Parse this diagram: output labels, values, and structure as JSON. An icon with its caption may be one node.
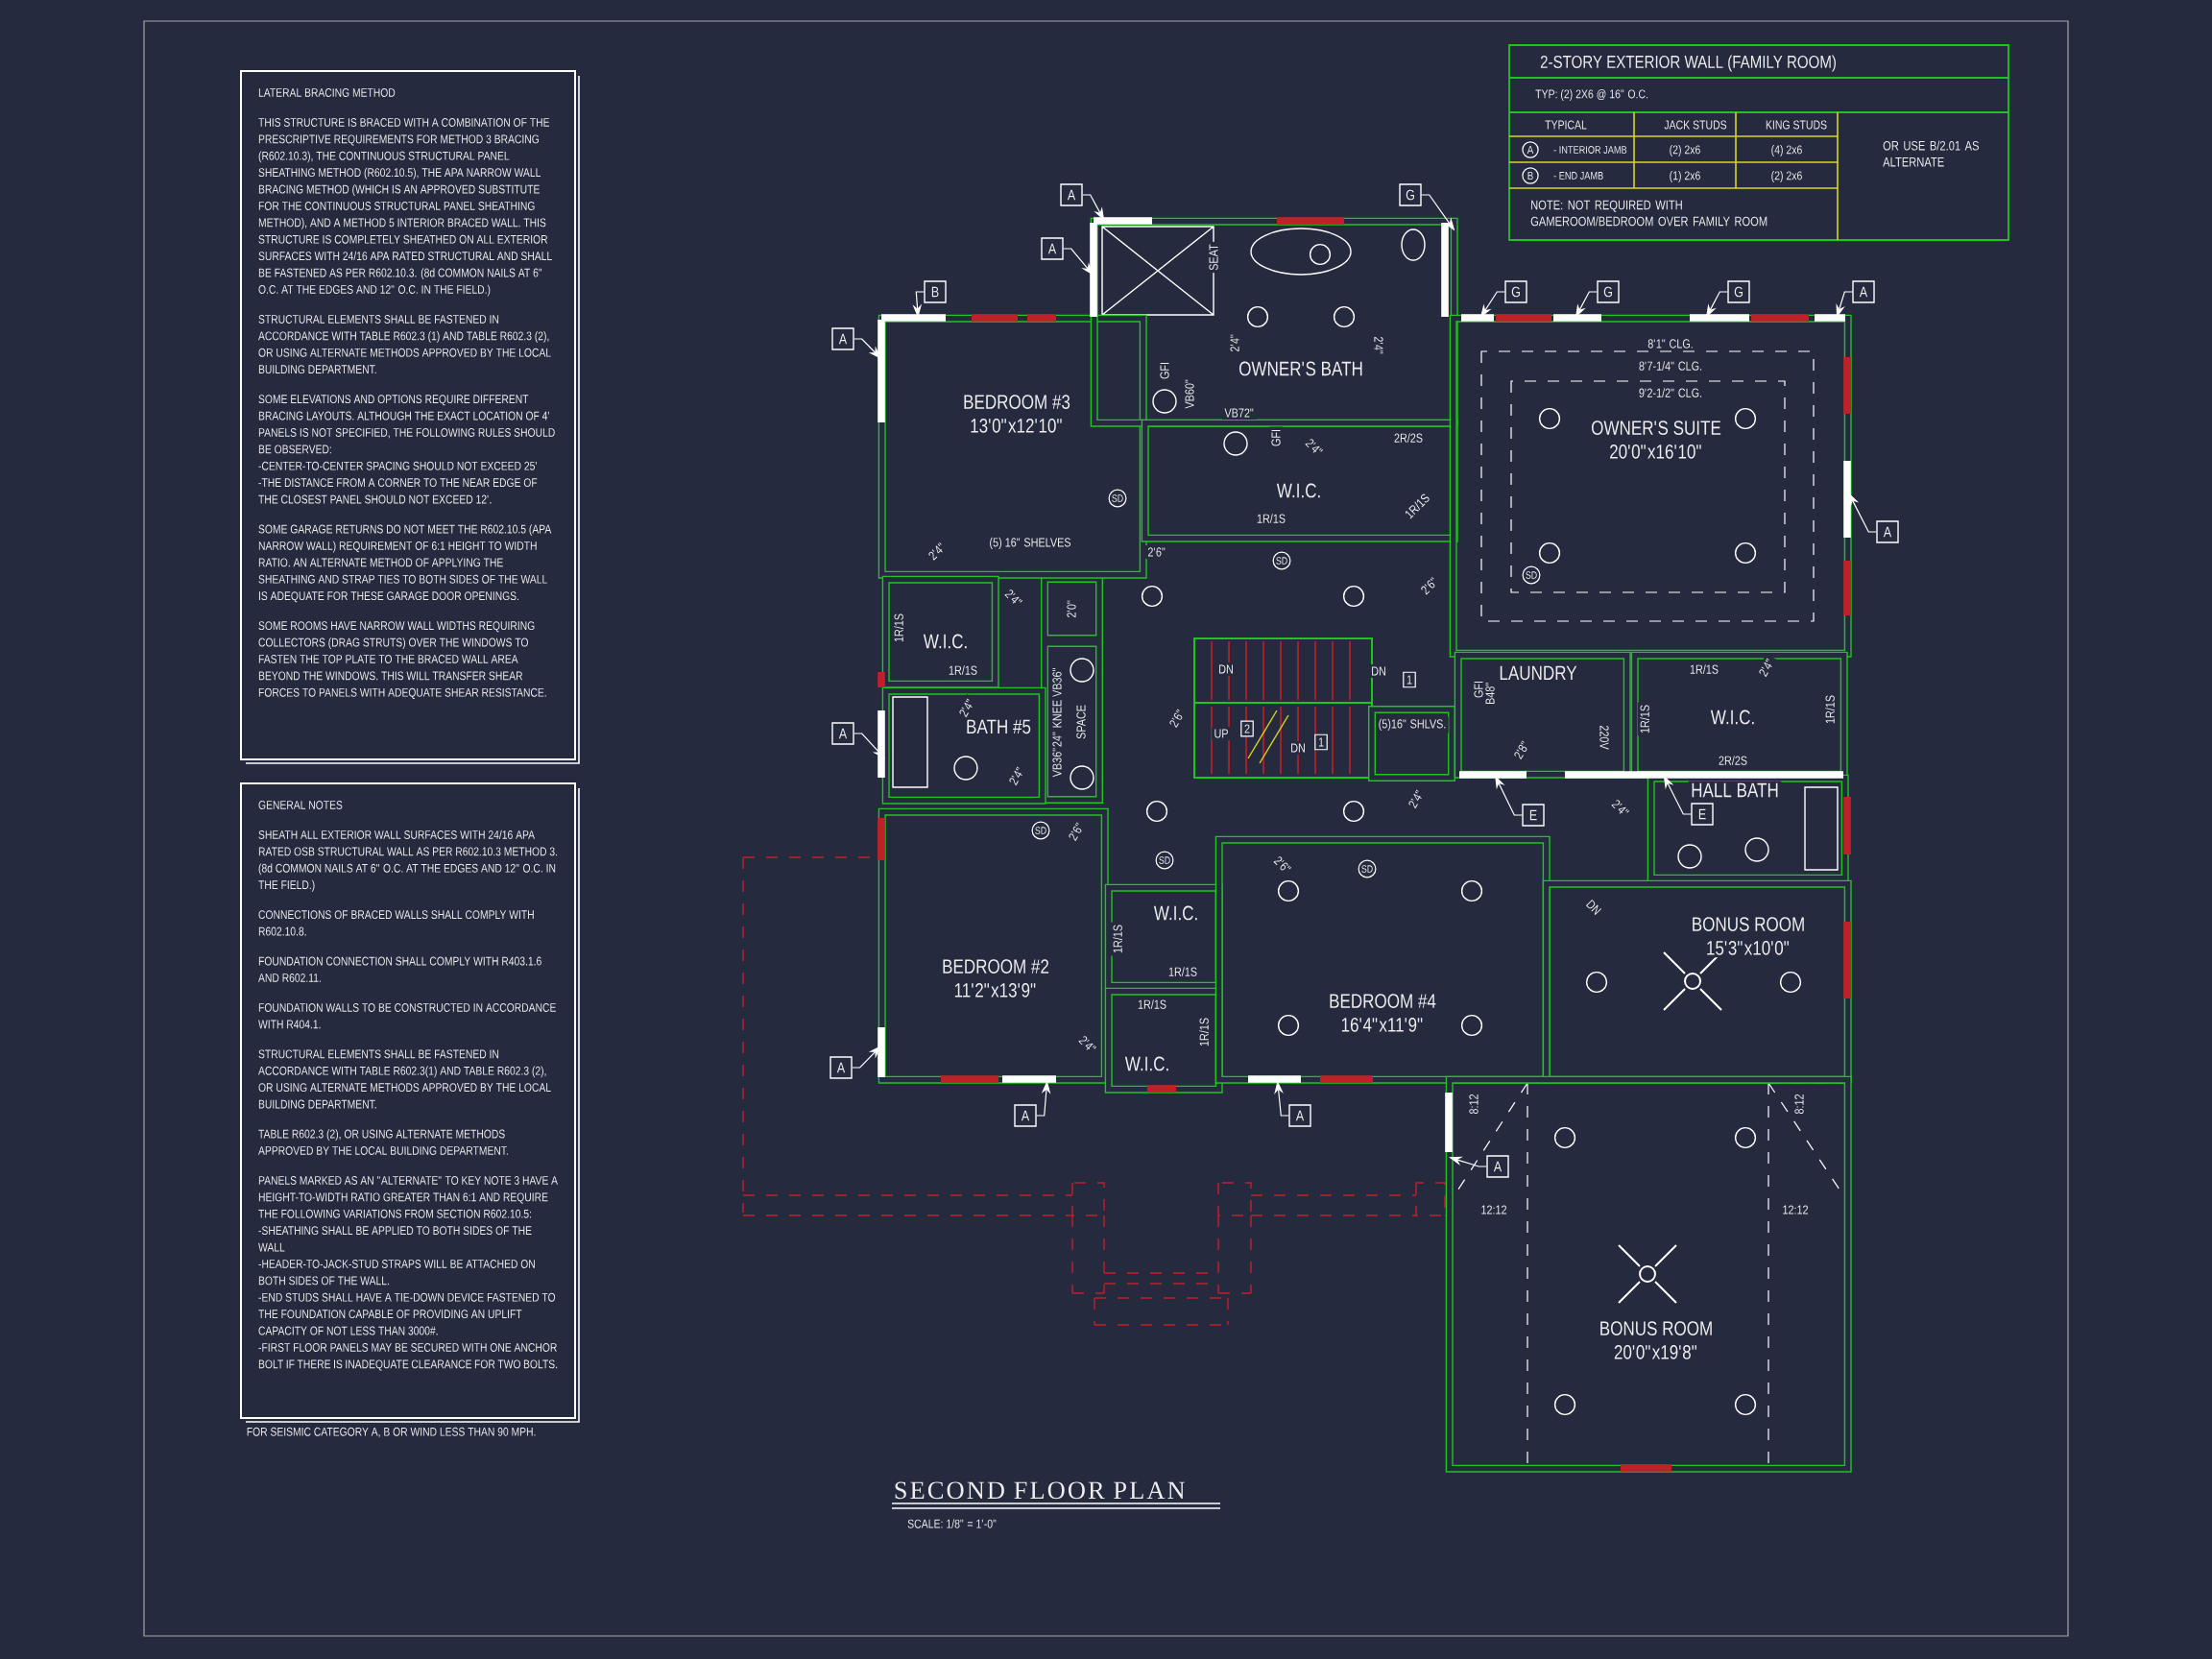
{
  "diagram": {
    "title": "SECOND FLOOR PLAN",
    "nodes": [
      {
        "text": [
          "LATERAL BRACING METHOD",
          "THIS STRUCTURE IS BRACED WITH A COMBINATION OF THE PRESCRIPTIVE REQUIREMENTS FOR METHOD 3 BRACING (R602.10.3), THE CONTINUOUS STRUCTURAL PANEL SHEATHING METHOD (R602.10.5), THE APA NARROW WALL BRACING METHOD (WHICH IS AN APPROVED SUBSTITUTE FOR THE CONTINUOUS STRUCTURAL PANEL SHEATHING METHOD), AND A METHOD 5 INTERIOR BRACED WALL. THIS STRUCTURE IS COMPLETELY SHEATHED ON ALL EXTERIOR SURFACES WITH 24/16 APA RATED STRUCTURAL AND SHALL BE FASTENED AS PER R602.10.3. (8d COMMON NAILS AT 6\" O.C. AT THE EDGES AND 12\" O.C. IN THE FIELD.)",
          "STRUCTURAL ELEMENTS SHALL BE FASTENED IN ACCORDANCE WITH TABLE R602.3 (1) AND TABLE R602.3 (2), OR USING ALTERNATE METHODS APPROVED BY THE LOCAL BUILDING DEPARTMENT.",
          "SOME ELEVATIONS AND OPTIONS REQUIRE DIFFERENT BRACING LAYOUTS. ALTHOUGH THE EXACT LOCATION OF 4' PANELS IS NOT SPECIFIED, THE FOLLOWING RULES SHOULD BE OBSERVED:",
          "-CENTER-TO-CENTER SPACING SHOULD NOT EXCEED 25'",
          "-THE DISTANCE FROM A CORNER TO THE NEAR EDGE OF THE CLOSEST PANEL SHOULD NOT EXCEED 12'.",
          "SOME GARAGE RETURNS DO NOT MEET THE R602.10.5 (APA NARROW WALL) REQUIREMENT OF 6:1 HEIGHT TO WIDTH RATIO. AN ALTERNATE METHOD OF APPLYING THE SHEATHING AND STRAP TIES TO BOTH SIDES OF THE WALL IS ADEQUATE FOR THESE GARAGE DOOR OPENINGS.",
          "SOME ROOMS HAVE NARROW WALL WIDTHS REQUIRING COLLECTORS (DRAG STRUTS) OVER THE WINDOWS TO FASTEN THE TOP PLATE TO THE BRACED WALL AREA BEYOND THE WINDOWS. THIS WILL TRANSFER SHEAR FORCES TO PANELS WITH ADEQUATE SHEAR RESISTANCE."
        ]
      },
      {
        "text": [
          "GENERAL NOTES",
          "SHEATH ALL EXTERIOR WALL SURFACES WITH 24/16 APA RATED OSB STRUCTURAL WALL AS PER R602.10.3 METHOD 3. (8d COMMON NAILS AT 6\" O.C. AT THE EDGES AND 12\" O.C. IN THE FIELD.)",
          "CONNECTIONS OF BRACED WALLS SHALL COMPLY WITH R602.10.8.",
          "FOUNDATION CONNECTION SHALL COMPLY WITH R403.1.6 AND R602.11.",
          "FOUNDATION WALLS TO BE CONSTRUCTED IN ACCORDANCE WITH R404.1.",
          "STRUCTURAL ELEMENTS SHALL BE FASTENED IN ACCORDANCE WITH TABLE R602.3(1) AND TABLE R602.3 (2), OR USING ALTERNATE METHODS APPROVED BY THE LOCAL BUILDING DEPARTMENT.",
          "TABLE R602.3 (2), OR USING ALTERNATE METHODS APPROVED BY THE LOCAL BUILDING DEPARTMENT.",
          "PANELS MARKED AS AN \"ALTERNATE\" TO KEY NOTE 3 HAVE A HEIGHT-TO-WIDTH RATIO GREATER THAN 6:1 AND REQUIRE THE FOLLOWING VARIATIONS FROM SECTION R602.10.5:",
          "-SHEATHING SHALL BE APPLIED TO BOTH SIDES OF THE WALL",
          "-HEADER-TO-JACK-STUD STRAPS WILL BE ATTACHED ON BOTH SIDES OF THE WALL.",
          "-END STUDS SHALL HAVE A TIE-DOWN DEVICE FASTENED TO THE FOUNDATION CAPABLE OF PROVIDING AN UPLIFT CAPACITY OF NOT LESS THAN 3000#.",
          "-FIRST FLOOR PANELS MAY BE SECURED WITH ONE ANCHOR BOLT IF THERE IS INADEQUATE CLEARANCE FOR TWO BOLTS."
        ],
        "beside": [
          "FOR SEISMIC CATEGORY A, B OR WIND LESS THAN 90 MPH."
        ]
      },
      {
        "text": [
          "BEDROOM #3",
          "13'0\"x12'10\""
        ]
      },
      {
        "text": [
          "OWNER'S BATH"
        ]
      },
      {
        "text": [
          "W.I.C."
        ]
      },
      {
        "text": [
          "OWNER'S SUITE",
          "20'0\"x16'10\""
        ]
      },
      {
        "text": [
          "W.I.C."
        ]
      },
      {
        "text": [
          "BATH #5"
        ]
      },
      {
        "text": [
          "LAUNDRY"
        ]
      },
      {
        "text": [
          "W.I.C."
        ]
      },
      {
        "text": [
          "HALL BATH"
        ]
      },
      {
        "text": [
          "BEDROOM #2",
          "11'2\"x13'9\""
        ]
      },
      {
        "text": [
          "W.I.C."
        ]
      },
      {
        "text": [
          "W.I.C."
        ]
      },
      {
        "text": [
          "BEDROOM #4",
          "16'4\"x11'9\""
        ]
      },
      {
        "text": [
          "BONUS ROOM",
          "15'3\"x10'0\""
        ]
      },
      {
        "text": [
          "BONUS ROOM",
          "20'0\"x19'8\""
        ]
      },
      {
        "text": [
          "A"
        ]
      },
      {
        "text": [
          "G"
        ]
      },
      {
        "text": [
          "A"
        ]
      },
      {
        "text": [
          "B"
        ]
      },
      {
        "text": [
          "G"
        ]
      },
      {
        "text": [
          "G"
        ]
      },
      {
        "text": [
          "G"
        ]
      },
      {
        "text": [
          "A"
        ]
      },
      {
        "text": [
          "A"
        ]
      },
      {
        "text": [
          "A"
        ]
      },
      {
        "text": [
          "A"
        ]
      },
      {
        "text": [
          "E"
        ]
      },
      {
        "text": [
          "E"
        ],
        "in": 10
      },
      {
        "text": [
          "A"
        ]
      },
      {
        "text": [
          "A"
        ]
      },
      {
        "text": [
          "A"
        ]
      },
      {
        "text": [
          "A"
        ],
        "in": 16
      }
    ],
    "edges": [
      {
        "from": 17,
        "to": 3,
        "arrow": "to"
      },
      {
        "from": 18,
        "to": 3,
        "arrow": "to"
      },
      {
        "from": 19,
        "to": 3,
        "arrow": "to"
      },
      {
        "from": 20,
        "to": 2,
        "arrow": "to"
      },
      {
        "from": 21,
        "to": 5,
        "arrow": "to"
      },
      {
        "from": 22,
        "to": 5,
        "arrow": "to"
      },
      {
        "from": 23,
        "to": 5,
        "arrow": "to"
      },
      {
        "from": 24,
        "to": 5,
        "arrow": "to"
      },
      {
        "from": 25,
        "to": 2,
        "arrow": "to"
      },
      {
        "from": 26,
        "to": 5,
        "arrow": "to"
      },
      {
        "from": 27,
        "to": 7,
        "arrow": "to"
      },
      {
        "from": 28,
        "to": 8,
        "arrow": "to"
      },
      {
        "from": 29,
        "to": 9,
        "arrow": "to"
      },
      {
        "from": 30,
        "to": 11,
        "arrow": "to"
      },
      {
        "from": 31,
        "to": 11,
        "arrow": "to"
      },
      {
        "from": 32,
        "to": 14,
        "arrow": "to"
      },
      {
        "from": 33,
        "to": 16,
        "arrow": "to"
      }
    ],
    "labels": [
      "2-STORY EXTERIOR WALL (FAMILY ROOM)",
      "TYP: (2) 2X6 @ 16\" O.C.",
      "TYPICAL",
      "JACK STUDS",
      "KING STUDS",
      "A",
      "- INTERIOR JAMB",
      "(2) 2x6",
      "(4) 2x6",
      "B",
      "- END JAMB",
      "(1) 2x6",
      "(2) 2x6",
      "NOTE: NOT REQUIRED WITH GAMEROOM/BEDROOM OVER FAMILY ROOM",
      "OR USE B/2.01 AS ALTERNATE",
      "SEAT",
      "2'4\"",
      "2'4\"",
      "GFI",
      "VB60\"",
      "VB72\"",
      "GFI",
      "2'4\"",
      "2R/2S",
      "1R/1S",
      "1R/1S",
      "SD",
      "2'6\"",
      "(5) 16\" SHELVES",
      "SD",
      "2'6\"",
      "8'1\" CLG.",
      "8'7-1/4\" CLG.",
      "9'2-1/2\" CLG.",
      "SD",
      "2'4\"",
      "2'4\"",
      "2'0\"",
      "1R/1S",
      "1R/1S",
      "DN",
      "DN",
      "1",
      "2'6\"",
      "UP",
      "2",
      "DN",
      "1",
      "(5)16\" SHLVS.",
      "2'4\"",
      "2'4\"",
      "VB36\"24\" KNEE VB36\"",
      "SPACE",
      "2'4\"",
      "GFI",
      "B48\"",
      "220V",
      "2'8\"",
      "1R/1S",
      "1R/1S",
      "2'4\"",
      "2R/2S",
      "1R/1S",
      "2'4\"",
      "SD",
      "2'6\"",
      "SD",
      "2'6\"",
      "SD",
      "DN",
      "1R/1S",
      "1R/1S",
      "1R/1S",
      "1R/1S",
      "2'4\"",
      "8:12",
      "8:12",
      "12:12",
      "12:12",
      "SCALE: 1/8\" = 1'-0\""
    ]
  }
}
